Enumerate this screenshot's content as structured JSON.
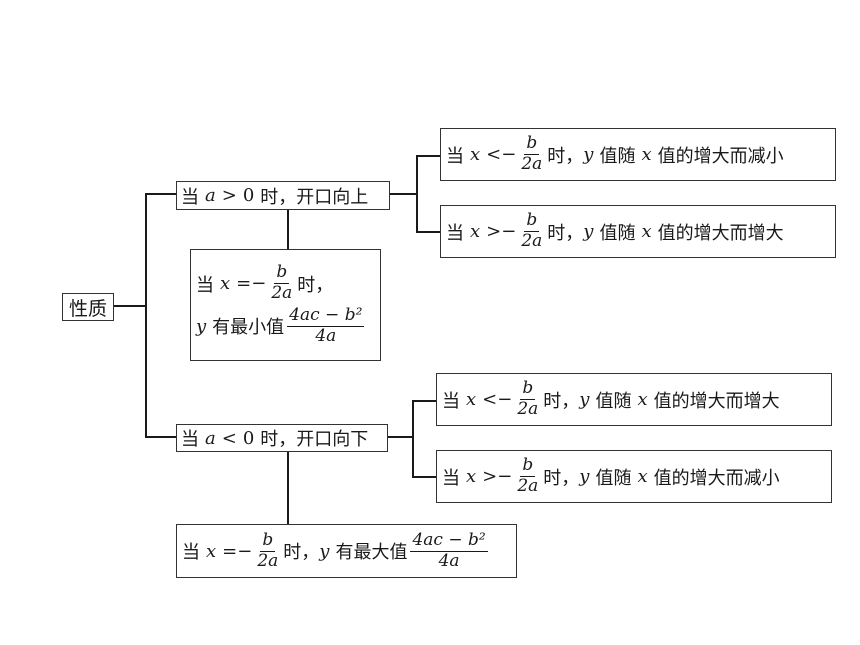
{
  "root": {
    "label": "性质"
  },
  "up": {
    "label": "当 a > 0 时，开口向上",
    "condition_prefix": "当",
    "var": "a",
    "op": ">",
    "zero": "0",
    "suffix": "时，开口向上",
    "vertex": {
      "line1_prefix": "当",
      "x_var": "x",
      "eq": "=−",
      "num": "b",
      "den": "2a",
      "line1_suffix": "时，",
      "line2_var": "y",
      "line2_text": "有最小值",
      "val_num": "4ac − b²",
      "val_den": "4a"
    },
    "branches": [
      {
        "prefix": "当",
        "x": "x",
        "op": "<−",
        "num": "b",
        "den": "2a",
        "mid": "时，",
        "y": "y",
        "text1": "值随",
        "x2": "x",
        "text2": "值的增大而减小"
      },
      {
        "prefix": "当",
        "x": "x",
        "op": ">−",
        "num": "b",
        "den": "2a",
        "mid": "时，",
        "y": "y",
        "text1": "值随",
        "x2": "x",
        "text2": "值的增大而增大"
      }
    ]
  },
  "down": {
    "label": "当 a < 0 时，开口向下",
    "condition_prefix": "当",
    "var": "a",
    "op": "<",
    "zero": "0",
    "suffix": "时，开口向下",
    "vertex": {
      "prefix": "当",
      "x_var": "x",
      "eq": "=−",
      "num": "b",
      "den": "2a",
      "mid": "时，",
      "y_var": "y",
      "text": "有最大值",
      "val_num": "4ac − b²",
      "val_den": "4a"
    },
    "branches": [
      {
        "prefix": "当",
        "x": "x",
        "op": "<−",
        "num": "b",
        "den": "2a",
        "mid": "时，",
        "y": "y",
        "text1": "值随",
        "x2": "x",
        "text2": "值的增大而增大"
      },
      {
        "prefix": "当",
        "x": "x",
        "op": ">−",
        "num": "b",
        "den": "2a",
        "mid": "时，",
        "y": "y",
        "text1": "值随",
        "x2": "x",
        "text2": "值的增大而减小"
      }
    ]
  }
}
